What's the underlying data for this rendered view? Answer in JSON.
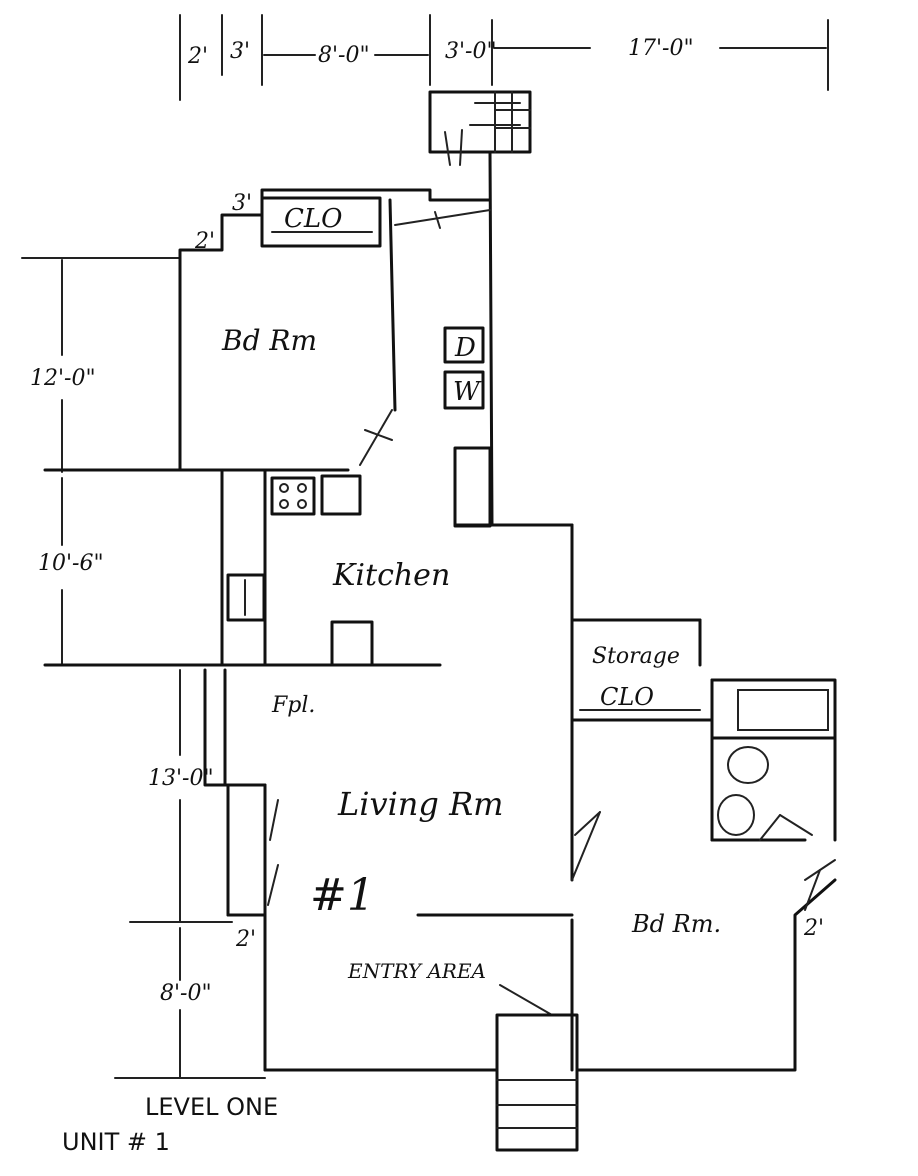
{
  "plan": {
    "rooms": {
      "bedroom_top": "Bd Rm",
      "kitchen": "Kitchen",
      "living": "Living Rm",
      "bedroom_right": "Bd Rm.",
      "storage": "Storage",
      "closet_top": "CLO",
      "closet_storage": "CLO",
      "fireplace": "Fpl.",
      "dryer": "D",
      "washer": "W",
      "entry": "ENTRY AREA",
      "unit_mark": "#1"
    },
    "dimensions": {
      "top_2": "2'",
      "top_3": "3'",
      "top_8": "8'-0\"",
      "top_3b": "3'-0\"",
      "top_17": "17'-0\"",
      "left_12": "12'-0\"",
      "left_10": "10'-6\"",
      "left_13": "13'-0\"",
      "left_8": "8'-0\"",
      "small_3": "3'",
      "small_2a": "2'",
      "small_2b": "2'",
      "small_2c": "2'"
    },
    "caption": {
      "level": "LEVEL ONE",
      "unit": "UNIT # 1"
    }
  }
}
